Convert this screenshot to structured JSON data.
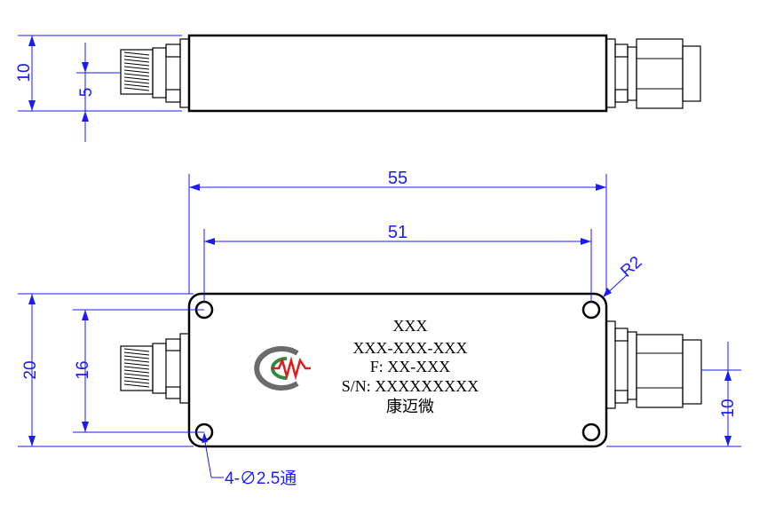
{
  "side_view": {
    "dims": {
      "height_10": "10",
      "height_5": "5"
    }
  },
  "top_view": {
    "dims": {
      "length_55": "55",
      "length_51": "51",
      "radius": "R2",
      "width_20": "20",
      "width_16": "16",
      "right_10": "10",
      "holes": "4-∅2.5通"
    },
    "label": {
      "line1": "XXX",
      "line2": "XXX-XXX-XXX",
      "line3": "F: XX-XXX",
      "line4": "S/N: XXXXXXXXX",
      "line5": "康迈微"
    },
    "logo": {
      "name": "cmw-logo",
      "colors": {
        "gray": "#6b6b6b",
        "red": "#d81e1e",
        "green": "#2e8b3c"
      }
    }
  },
  "colors": {
    "dimension": "#1a1aff",
    "outline": "#000000"
  }
}
